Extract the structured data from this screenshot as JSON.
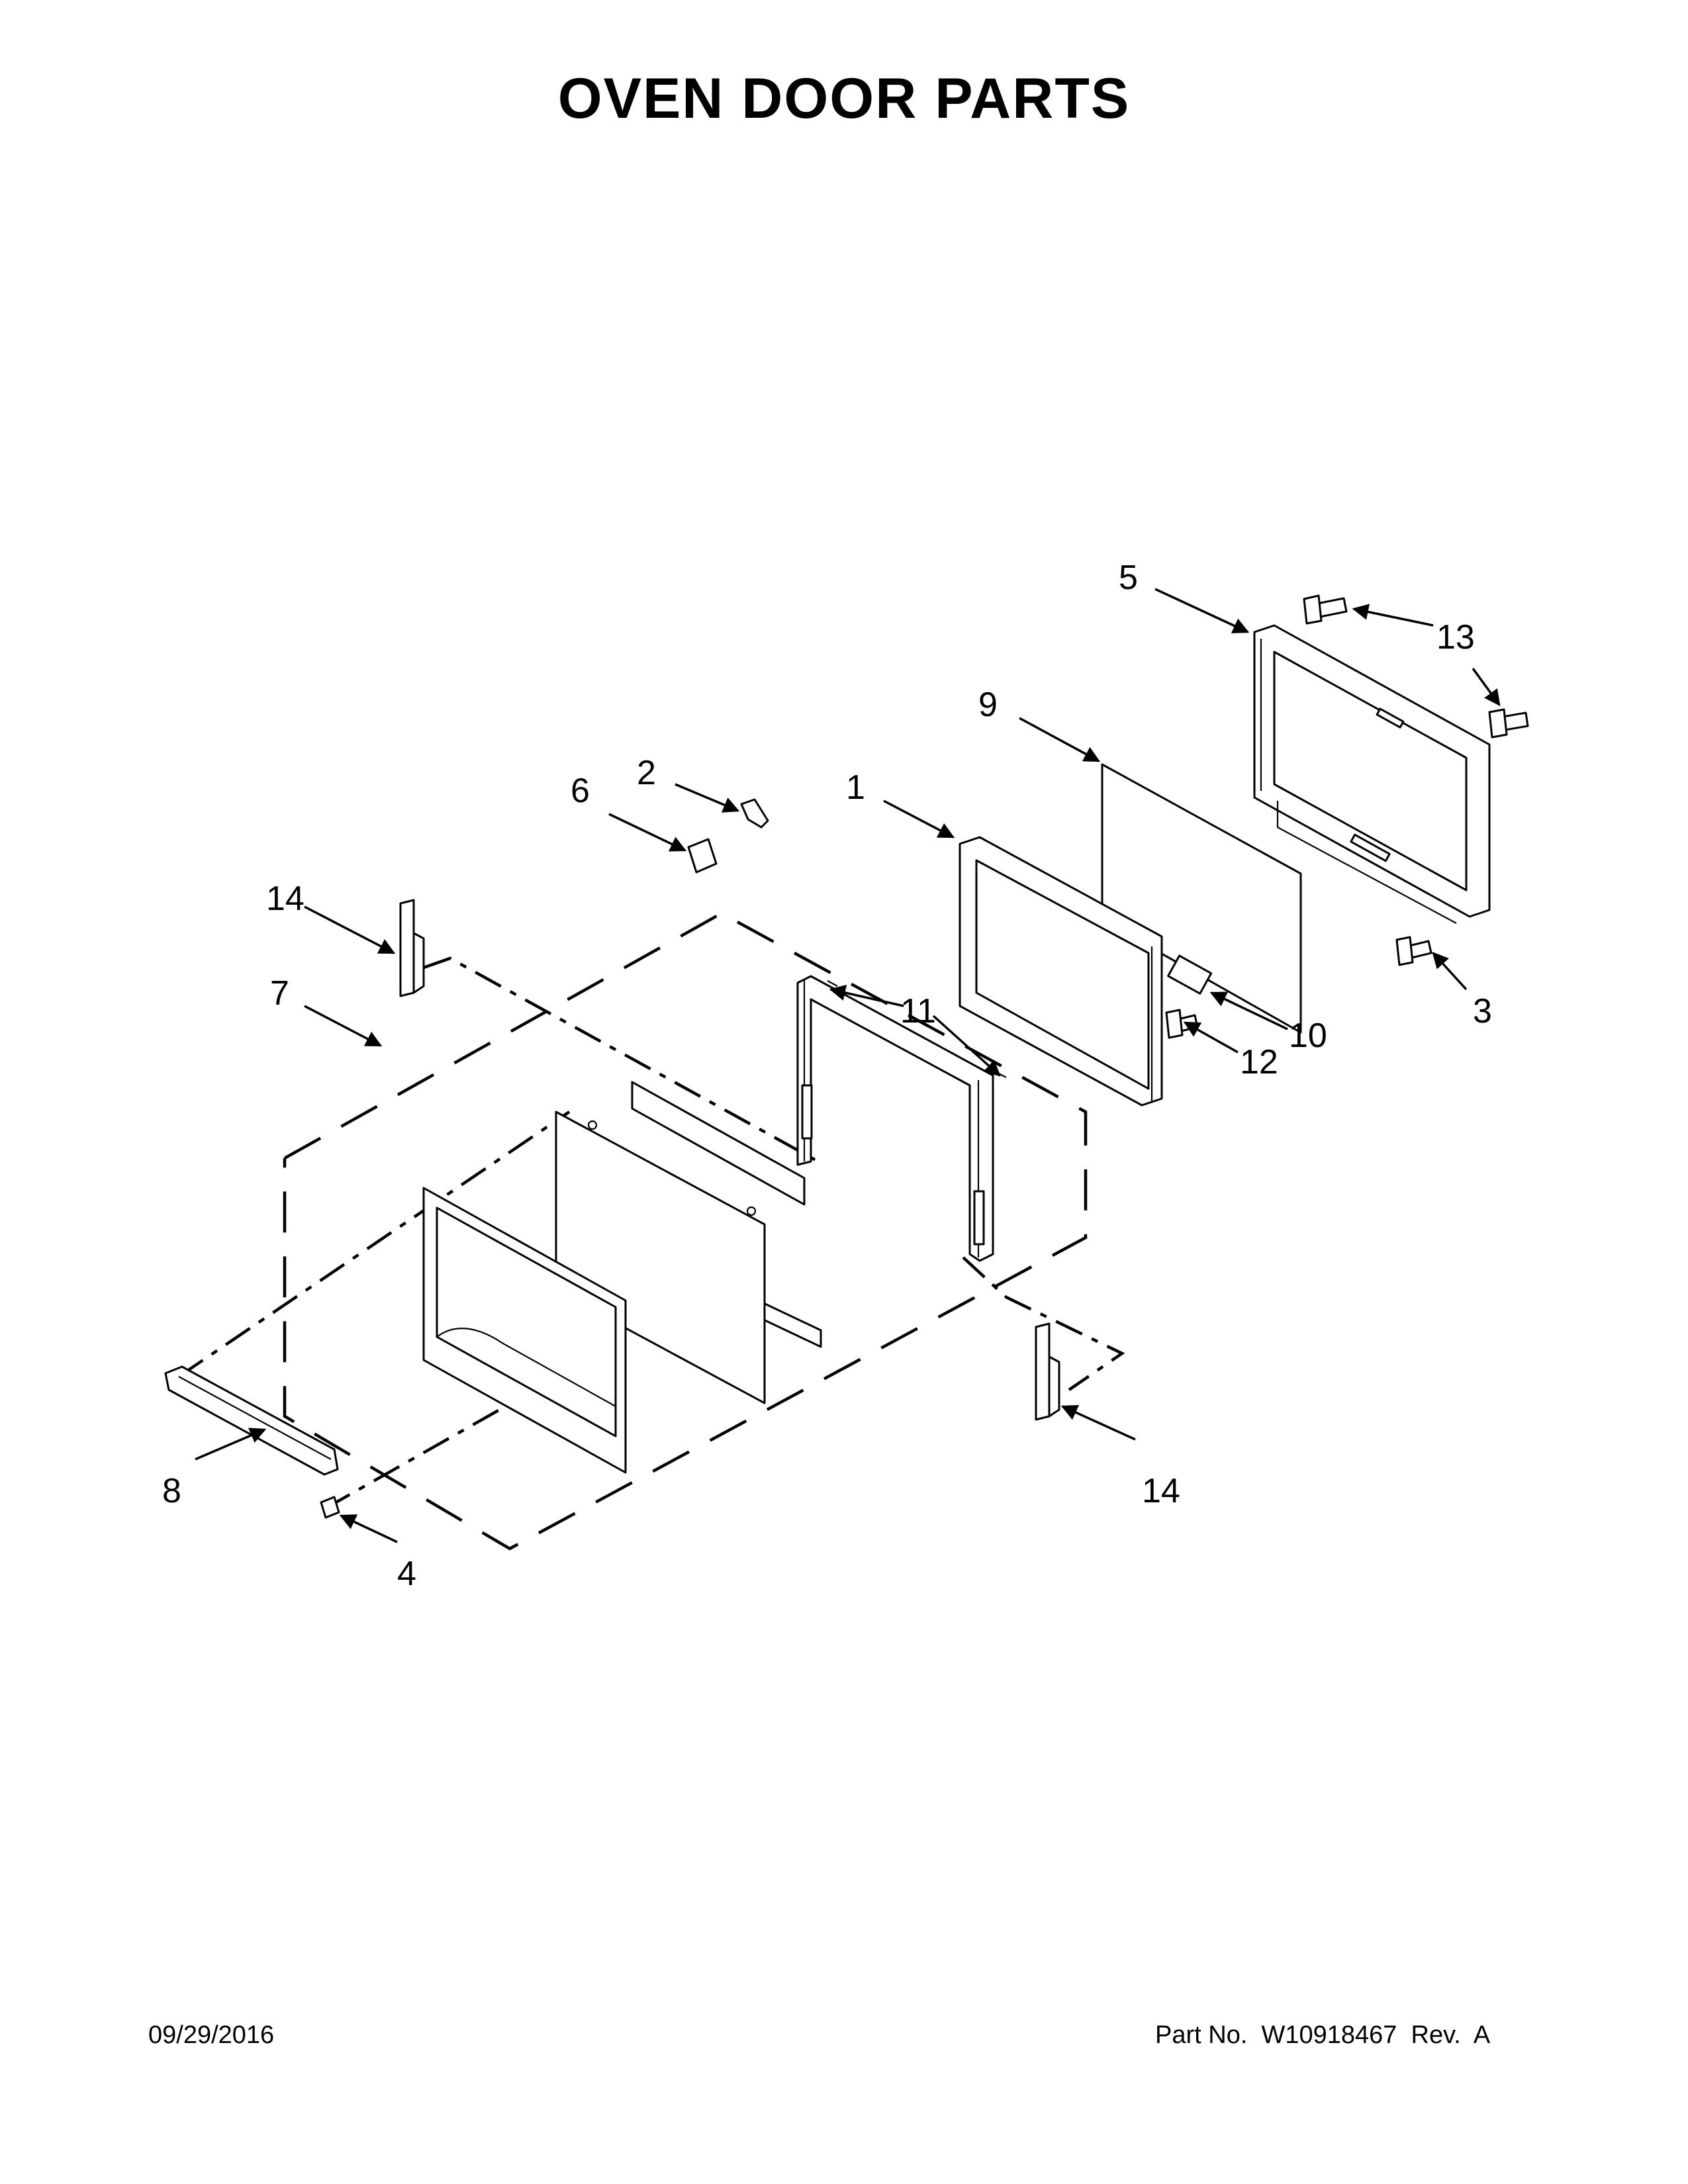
{
  "title": "OVEN DOOR PARTS",
  "footer": {
    "date": "09/29/2016",
    "part_number": "Part No.  W10918467  Rev.  A"
  },
  "callouts": {
    "c1": "1",
    "c2": "2",
    "c3": "3",
    "c4": "4",
    "c5": "5",
    "c6": "6",
    "c7": "7",
    "c8": "8",
    "c9": "9",
    "c10": "10",
    "c11": "11",
    "c12": "12",
    "c13": "13",
    "c14a": "14",
    "c14b": "14"
  }
}
